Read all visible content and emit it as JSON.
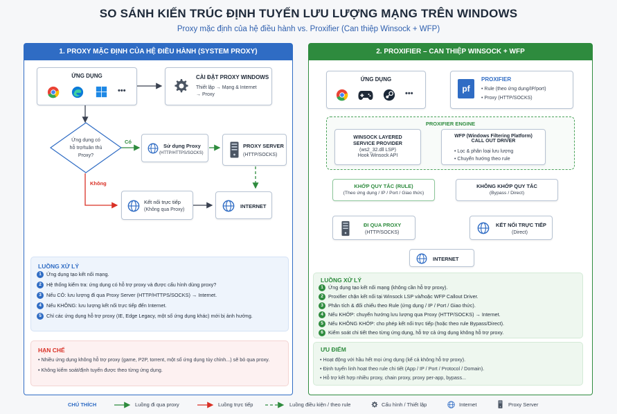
{
  "header": {
    "title": "SO SÁNH KIẾN TRÚC ĐỊNH TUYẾN LƯU LƯỢNG MẠNG TRÊN WINDOWS",
    "subtitle": "Proxy mặc định của hệ điều hành vs. Proxifier (Can thiệp Winsock + WFP)"
  },
  "left": {
    "heading": "1. PROXY MẶC ĐỊNH CỦA HỆ ĐIỀU HÀNH (SYSTEM PROXY)",
    "color": "#2f6cc4",
    "app_box": {
      "title": "ỨNG DỤNG",
      "more": "•••"
    },
    "settings_box": {
      "title": "CÀI ĐẶT PROXY WINDOWS",
      "line1": "Thiết lập → Mạng & Internet",
      "line2": "→ Proxy"
    },
    "decision": {
      "line1": "Ứng dụng có",
      "line2": "hỗ trợ/tuân thủ",
      "line3": "Proxy?"
    },
    "yes_label": "Có",
    "no_label": "Không",
    "use_proxy": {
      "title": "Sử dụng Proxy",
      "sub": "(HTTP/HTTPS/SOCKS)"
    },
    "proxy_server": {
      "title": "PROXY SERVER",
      "sub": "(HTTP/SOCKS)"
    },
    "direct": {
      "title": "Kết nối trực tiếp",
      "sub": "(Không qua Proxy)"
    },
    "internet": "INTERNET",
    "flow": {
      "heading": "LUỒNG XỬ LÝ",
      "steps": [
        "Ứng dụng tạo kết nối mạng.",
        "Hệ thống kiểm tra: ứng dụng có hỗ trợ proxy và được cấu hình dùng proxy?",
        "Nếu CÓ: lưu lượng đi qua Proxy Server (HTTP/HTTPS/SOCKS) → Internet.",
        "Nếu KHÔNG: lưu lượng kết nối trực tiếp đến Internet.",
        "Chỉ các ứng dụng hỗ trợ proxy (IE, Edge Legacy, một số ứng dụng khác) mới bị ảnh hưởng."
      ]
    },
    "limits": {
      "heading": "HẠN CHẾ",
      "items": [
        "• Nhiều ứng dụng không hỗ trợ proxy (game, P2P, torrent, một số ứng dụng tùy chỉnh...) sẽ bỏ qua proxy.",
        "• Không kiểm soát/định tuyến được theo từng ứng dụng."
      ]
    }
  },
  "right": {
    "heading": "2. PROXIFIER – CAN THIỆP WINSOCK + WFP",
    "color": "#2e8b3e",
    "app_box": {
      "title": "ỨNG DỤNG",
      "more": "•••"
    },
    "proxifier_box": {
      "title": "PROXIFIER",
      "logo": "pf",
      "line1": "• Rule (theo ứng dụng/IP/port)",
      "line2": "• Proxy (HTTP/SOCKS)"
    },
    "engine_label": "PROXIFIER ENGINE",
    "lsp": {
      "line1": "WINSOCK LAYERED",
      "line2": "SERVICE PROVIDER",
      "line3": "(ws2_32.dll LSP)",
      "line4": "Hook Winsock API"
    },
    "wfp": {
      "line1": "WFP (Windows Filtering Platform)",
      "line2": "CALL OUT DRIVER",
      "line3": "• Lọc & phân loại lưu lượng",
      "line4": "• Chuyển hướng theo rule"
    },
    "match": {
      "title": "KHỚP QUY TẮC (RULE)",
      "sub": "(Theo ứng dụng / IP / Port / Giao thức)"
    },
    "nomatch": {
      "title": "KHÔNG KHỚP QUY TẮC",
      "sub": "(Bypass / Direct)"
    },
    "via_proxy": {
      "title": "ĐI QUA PROXY",
      "sub": "(HTTP/SOCKS)"
    },
    "direct": {
      "title": "KẾT NỐI TRỰC TIẾP",
      "sub": "(Direct)"
    },
    "internet": "INTERNET",
    "flow": {
      "heading": "LUỒNG XỬ LÝ",
      "steps": [
        "Ứng dụng tạo kết nối mạng (không cần hỗ trợ proxy).",
        "Proxifier chặn kết nối tại Winsock LSP và/hoặc WFP Callout Driver.",
        "Phân tích & đối chiếu theo Rule (ứng dụng / IP / Port / Giao thức).",
        "Nếu KHỚP: chuyển hướng lưu lượng qua Proxy (HTTP/SOCKS) → Internet.",
        "Nếu KHÔNG KHỚP: cho phép kết nối trực tiếp (hoặc theo rule Bypass/Direct).",
        "Kiểm soát chi tiết theo từng ứng dụng, hỗ trợ cả ứng dụng không hỗ trợ proxy."
      ]
    },
    "pros": {
      "heading": "ƯU ĐIỂM",
      "items": [
        "• Hoạt động với hầu hết mọi ứng dụng (kể cả không hỗ trợ proxy).",
        "• Định tuyến linh hoạt theo rule chi tiết (App / IP / Port / Protocol / Domain).",
        "• Hỗ trợ kết hợp nhiều proxy, chain proxy, proxy per-app, bypass..."
      ]
    }
  },
  "legend": {
    "heading": "CHÚ THÍCH",
    "proxy_flow": "Luồng đi qua proxy",
    "direct_flow": "Luồng trực tiếp",
    "conditional_flow": "Luồng điều kiện / theo rule",
    "settings": "Cấu hình / Thiết lập",
    "internet": "Internet",
    "proxy_server": "Proxy Server"
  },
  "colors": {
    "blue": "#2f6cc4",
    "green": "#2e8b3e",
    "red": "#d93025",
    "dark": "#3a4150"
  }
}
